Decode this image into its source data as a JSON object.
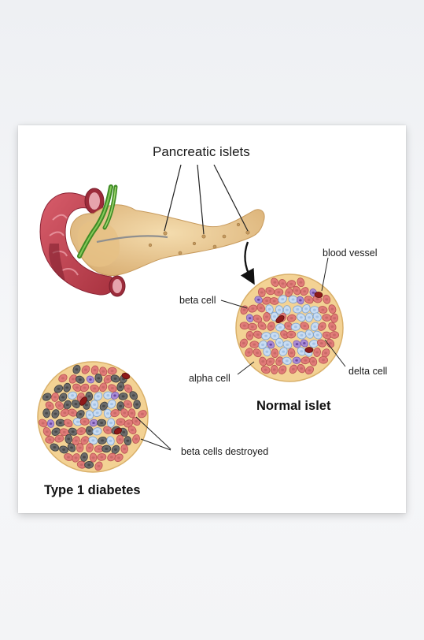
{
  "diagram": {
    "title": "Pancreatic islets",
    "labels": {
      "blood_vessel": "blood vessel",
      "beta_cell": "beta cell",
      "alpha_cell": "alpha cell",
      "delta_cell": "delta cell",
      "beta_cells_destroyed": "beta cells destroyed"
    },
    "headings": {
      "normal": "Normal islet",
      "diabetes": "Type 1 diabetes"
    },
    "colors": {
      "beta": "#e07b78",
      "alpha": "#c9dcf2",
      "delta": "#a98bd6",
      "destroyed": "#6b6b6b",
      "vessel": "#8e1a1a",
      "tissue": "#f2cf8c",
      "pancreas": "#e8c58e",
      "duodenum": "#c4485a",
      "duct": "#4a9a2a"
    }
  }
}
